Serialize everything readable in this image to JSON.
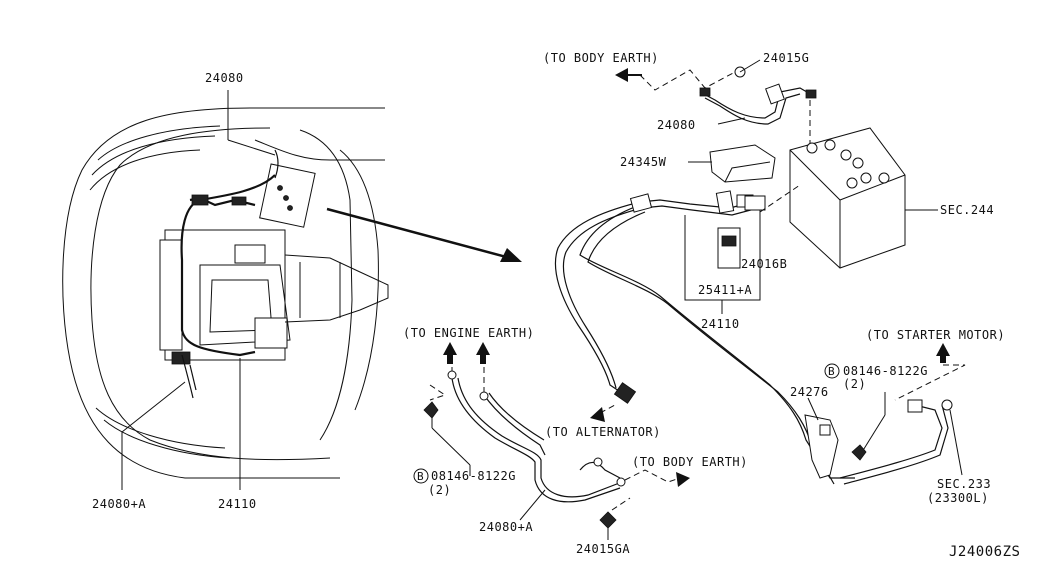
{
  "labels": {
    "to_body_earth_top": "(TO BODY EARTH)",
    "p24015g": "24015G",
    "p24080_top": "24080",
    "p24345w": "24345W",
    "sec244": "SEC.244",
    "p24016b": "24016B",
    "p25411a": "25411+A",
    "p24110_right": "24110",
    "to_engine_earth": "(TO ENGINE EARTH)",
    "to_starter_motor": "(TO STARTER MOTOR)",
    "bolt_right": "08146-8122G",
    "bolt_right_qty": "(2)",
    "p24276": "24276",
    "to_alternator": "(TO ALTERNATOR)",
    "bolt_left": "08146-8122G",
    "bolt_left_qty": "(2)",
    "to_body_earth_bottom": "(TO BODY EARTH)",
    "p24080a_mid": "24080+A",
    "p24015ga": "24015GA",
    "sec233": "SEC.233",
    "sec233_sub": "(23300L)",
    "p24080_left": "24080",
    "p24080a_left": "24080+A",
    "p24110_left": "24110",
    "diagram_id": "J24006ZS",
    "bolt_marker": "B"
  }
}
